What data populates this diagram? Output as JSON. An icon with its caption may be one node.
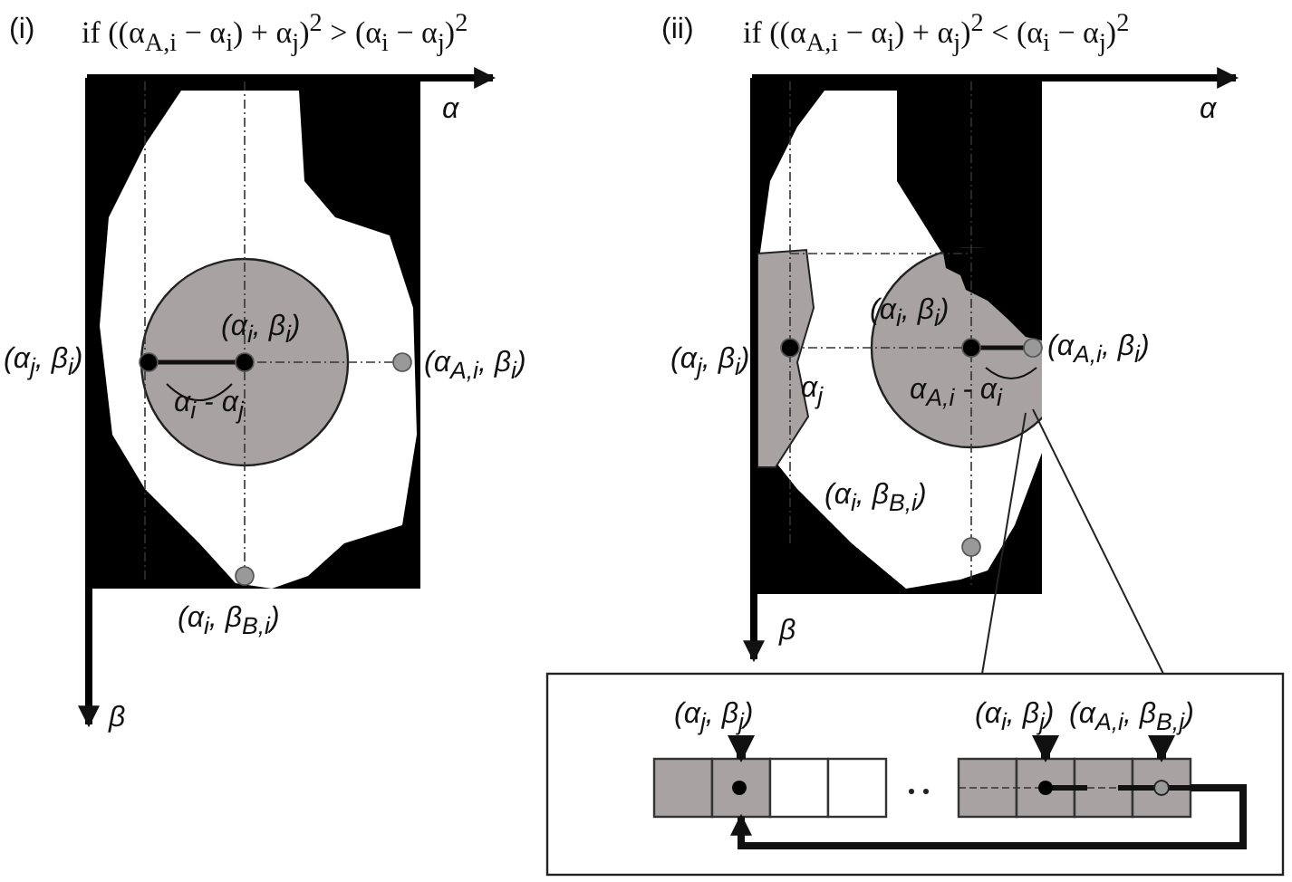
{
  "diagram": {
    "nodes": [
      {
        "text": [
          "(α$_{j}$, β$_{j}$)"
        ]
      },
      {
        "text": [
          "(α$_{i}$, β$_{j}$)"
        ]
      },
      {
        "text": [
          "(α$_{A,i}$, β$_{B,j}$)"
        ]
      },
      {
        "text": [],
        "shape": "box"
      },
      {
        "text": [],
        "shape": "box"
      },
      {
        "text": [],
        "shape": "box"
      },
      {
        "text": [],
        "shape": "box"
      },
      {
        "text": [],
        "shape": "box"
      },
      {
        "text": [],
        "shape": "box"
      },
      {
        "text": [],
        "shape": "box"
      },
      {
        "text": [],
        "shape": "box"
      }
    ],
    "edges": [
      {
        "from": 0,
        "to": 4,
        "arrow": "to"
      },
      {
        "from": 1,
        "to": 8,
        "arrow": "to"
      },
      {
        "from": 2,
        "to": 10,
        "arrow": "to"
      },
      {
        "from": 10,
        "to": 4,
        "arrow": "to"
      }
    ],
    "labels": [
      "(i)",
      "if ((α$_{A,i}$ − α$_{i}$) + α$_{j}$)$^{2}$ > (α$_{i}$ − α$_{j}$)$^{2}$",
      "α",
      "(α$_{i}$, β$_{i}$)",
      "(α$_{j}$, β$_{i}$)",
      "(α$_{A,i}$, β$_{i}$)",
      "α$_{i}$ - α$_{j}$",
      "(α$_{i}$, β$_{B,i}$)",
      "β",
      "(ii)",
      "if ((α$_{A,i}$ − α$_{i}$) + α$_{j}$)$^{2}$ < (α$_{i}$ − α$_{j}$)$^{2}$",
      "α",
      "(α$_{j}$, β$_{i}$)",
      "(α$_{i}$, β$_{i}$)",
      "α$_{j}$",
      "(α$_{A,i}$, β$_{i}$)",
      "α$_{A,i}$ - α$_{i}$",
      "(α$_{i}$, β$_{B,i}$)",
      "β"
    ]
  }
}
